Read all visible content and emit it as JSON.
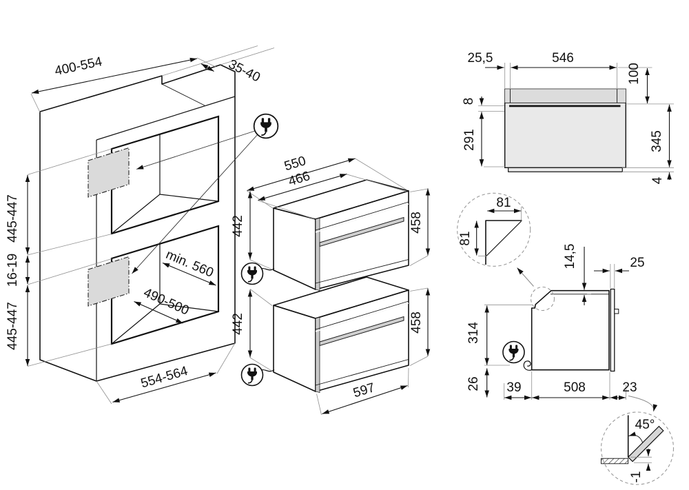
{
  "cabinet": {
    "top_width": "400-554",
    "top_rail_depth": "35-40",
    "upper_niche_height": "445-447",
    "niche_gap": "16-19",
    "lower_niche_height": "445-447",
    "niche_depth": "min. 560",
    "niche_floor_width": "490-500",
    "base_width": "554-564"
  },
  "upper_oven": {
    "total_width": "550",
    "body_width": "466",
    "body_height": "442",
    "front_height": "458"
  },
  "lower_oven": {
    "body_height": "442",
    "front_height": "458",
    "front_width": "597"
  },
  "front_view": {
    "left_offset": "25,5",
    "handle_width": "546",
    "top_to_handle": "100",
    "handle_thickness": "8",
    "handle_to_bottom": "291",
    "body_height": "345",
    "base_height": "4"
  },
  "side_view": {
    "chamfer_width": "81",
    "chamfer_height": "81",
    "top_lip": "14,5",
    "door_thickness": "25",
    "rear_panel_height": "314",
    "bottom_clearance": "26",
    "front_clearance": "39",
    "body_depth": "508",
    "door_clearance": "23",
    "door_open_angle": "45°",
    "door_drop": "-1"
  },
  "icons": {
    "power_plug": "power-plug-icon"
  },
  "colors": {
    "line": "#111111",
    "construction": "#8f8f8f",
    "panel_fill": "#e9e9e9",
    "pad_fill": "#dadada"
  }
}
